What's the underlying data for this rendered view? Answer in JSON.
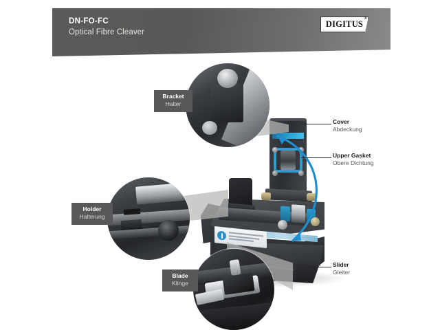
{
  "header": {
    "product_code": "DN-FO-FC",
    "product_name": "Optical Fibre Cleaver",
    "brand": "DIGITUS",
    "brand_trademark": "®",
    "band_color": "#58585a"
  },
  "callouts": {
    "bracket": {
      "en": "Bracket",
      "de": "Halter"
    },
    "holder": {
      "en": "Holder",
      "de": "Halterung"
    },
    "blade": {
      "en": "Blade",
      "de": "Klinge"
    },
    "cover": {
      "en": "Cover",
      "de": "Abdeckung"
    },
    "upper_gasket": {
      "en": "Upper Gasket",
      "de": "Obere Dichtung"
    },
    "slider": {
      "en": "Slider",
      "de": "Gleiter"
    }
  },
  "colors": {
    "tag_background": "#58585a",
    "tag_title": "#ffffff",
    "tag_subtitle": "#d9d9d9",
    "label_title": "#1c1c1c",
    "label_subtitle": "#555555",
    "leader_line": "#2a2a2a",
    "highlight_blue": "#2f9ccc",
    "arrow_blue": "#1f8fcf",
    "slider_strip": "#9fc9df",
    "page_background": "#ffffff"
  },
  "icons": {
    "bracket_zoom": "magnifier-circle-icon",
    "holder_zoom": "magnifier-circle-icon",
    "blade_zoom": "magnifier-circle-icon",
    "flow_arrow": "curved-double-arrow-icon",
    "warning_sticker": "exclamation-circle-icon"
  }
}
